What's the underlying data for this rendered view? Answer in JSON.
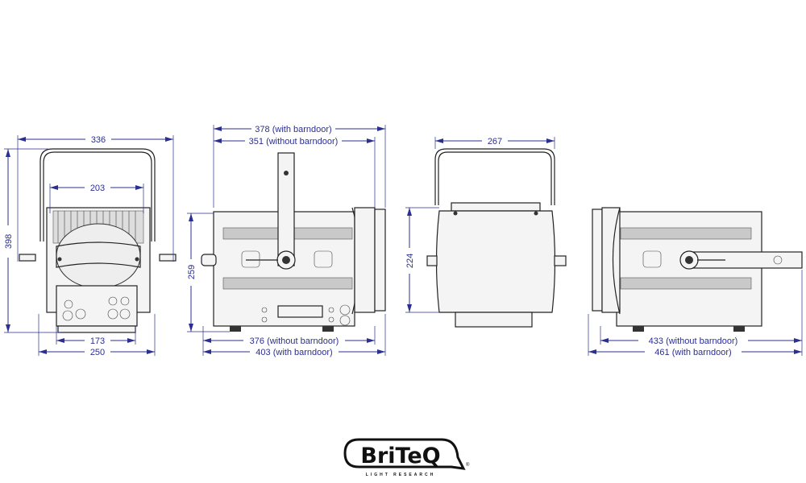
{
  "colors": {
    "dimension": "#2b2f8f",
    "outline": "#222222"
  },
  "front_view": {
    "width_total": "336",
    "height_total": "398",
    "lens_width": "203",
    "panel_width": "173",
    "base_width": "250"
  },
  "side_view": {
    "depth_with_barndoor_top": "378 (with barndoor)",
    "depth_without_barndoor_top": "351 (without barndoor)",
    "body_height": "259",
    "depth_without_barndoor_bottom": "376 (without barndoor)",
    "depth_with_barndoor_bottom": "403 (with barndoor)"
  },
  "rear_view": {
    "width": "267",
    "body_height": "224"
  },
  "side_view_2": {
    "depth_without_barndoor": "433 (without barndoor)",
    "depth_with_barndoor": "461 (with barndoor)"
  },
  "logo": {
    "brand": "BriTeQ",
    "tagline": "LIGHT RESEARCH",
    "registered": "®"
  }
}
